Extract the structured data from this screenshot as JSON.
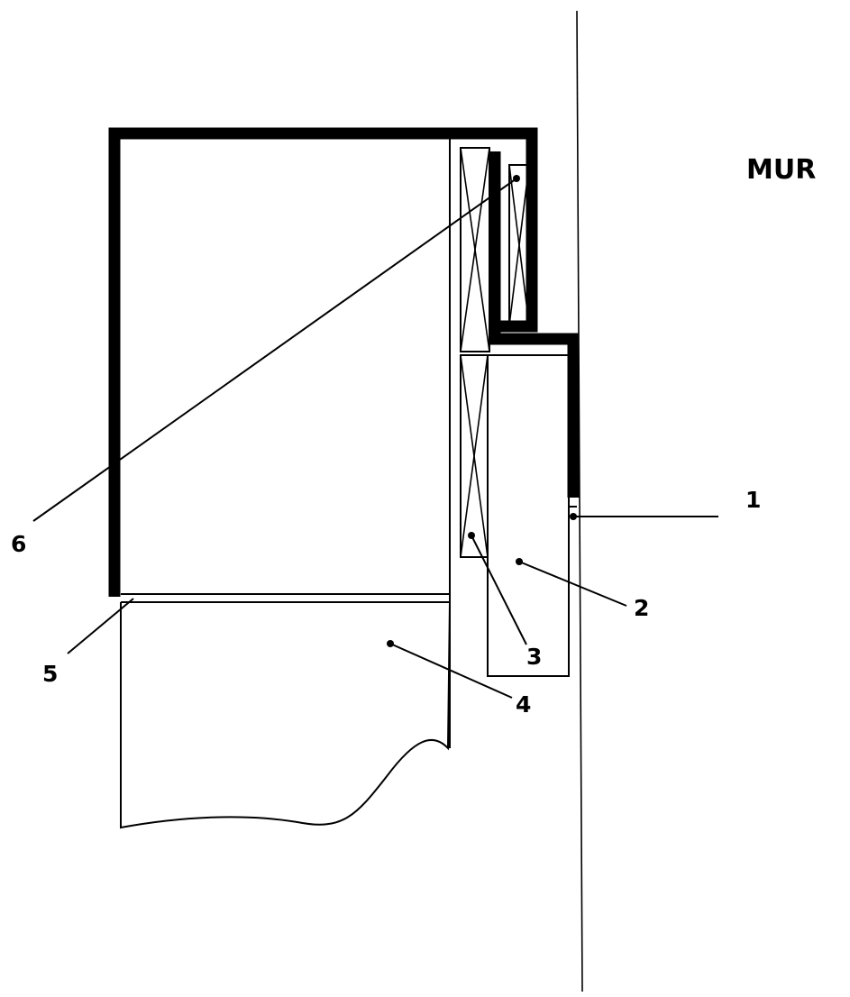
{
  "wall_label": "MUR",
  "callouts": [
    {
      "id": "1",
      "text": "1"
    },
    {
      "id": "2",
      "text": "2"
    },
    {
      "id": "3",
      "text": "3"
    },
    {
      "id": "4",
      "text": "4"
    },
    {
      "id": "5",
      "text": "5"
    },
    {
      "id": "6",
      "text": "6"
    }
  ]
}
